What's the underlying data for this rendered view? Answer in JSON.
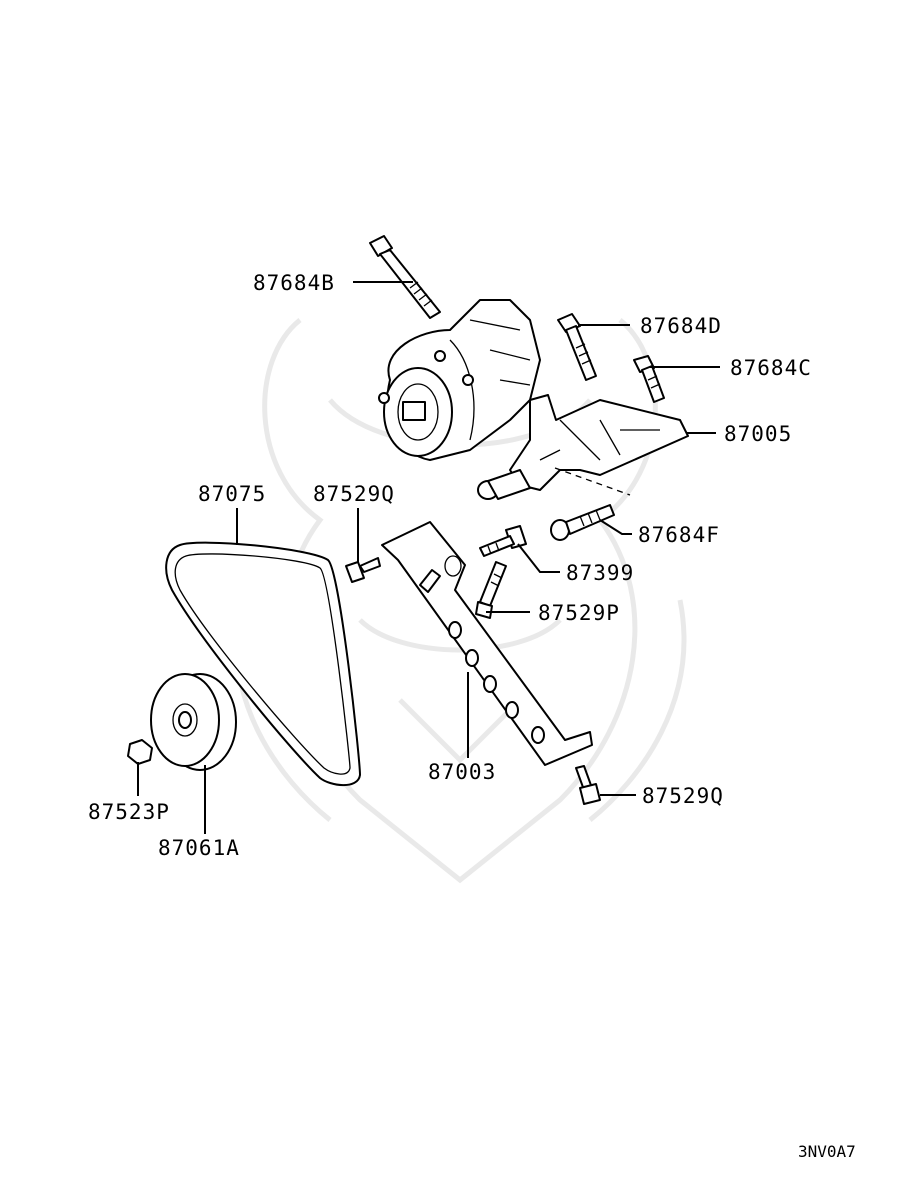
{
  "diagram": {
    "drawing_code": "3NV0A7",
    "labels": {
      "p87684B": "87684B",
      "p87684D": "87684D",
      "p87684C": "87684C",
      "p87005": "87005",
      "p87075": "87075",
      "p87529Q_top": "87529Q",
      "p87684F": "87684F",
      "p87399": "87399",
      "p87529P": "87529P",
      "p87003": "87003",
      "p87529Q_bottom": "87529Q",
      "p87523P": "87523P",
      "p87061A": "87061A"
    },
    "colors": {
      "line": "#000000",
      "background": "#ffffff",
      "watermark": "#e9e9e9"
    }
  }
}
